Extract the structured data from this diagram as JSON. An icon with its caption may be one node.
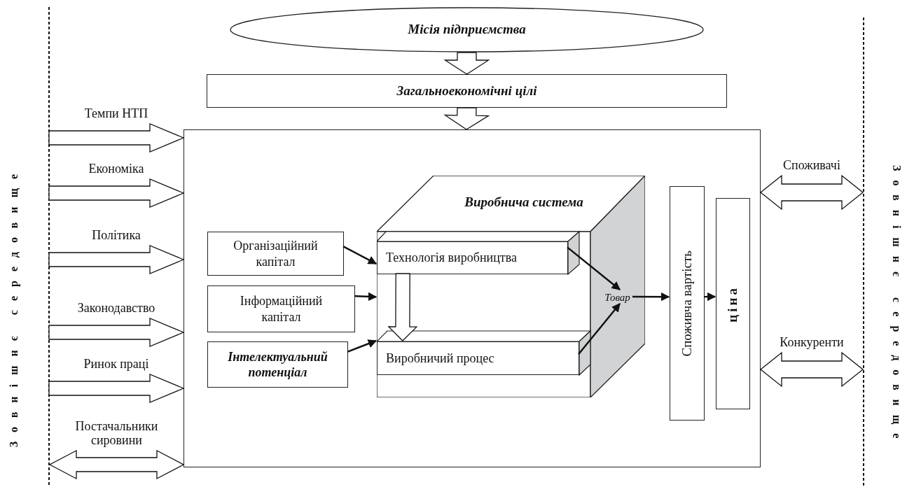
{
  "diagram": {
    "nodes": [
      {
        "text": [
          "Місія підприємства"
        ]
      },
      {
        "text": [
          "Загальноекономічні цілі"
        ]
      },
      {
        "text": [],
        "shape": "box"
      },
      {
        "text": [
          "Виробнича система"
        ],
        "in": 2
      },
      {
        "text": [
          "Організаційний капітал"
        ],
        "in": 2
      },
      {
        "text": [
          "Інформаційний капітал"
        ],
        "in": 2
      },
      {
        "text": [
          "Інтелектуальний потенціал"
        ],
        "in": 2
      },
      {
        "text": [
          "Технологія виробництва"
        ],
        "in": 3
      },
      {
        "text": [
          "Виробничий процес"
        ],
        "in": 3
      },
      {
        "text": [
          "Товар"
        ],
        "in": 2
      },
      {
        "text": [
          "Споживча вартість"
        ],
        "in": 2
      },
      {
        "text": [
          "ціна"
        ],
        "in": 2
      }
    ],
    "edges": [
      {
        "from": 0,
        "to": 1,
        "arrow": "to",
        "style": "thick"
      },
      {
        "from": 1,
        "to": 2,
        "arrow": "to",
        "style": "thick"
      },
      {
        "from": null,
        "to": 2,
        "arrow": "to",
        "style": "thick",
        "label": "Темпи НТП"
      },
      {
        "from": null,
        "to": 2,
        "arrow": "to",
        "style": "thick",
        "label": "Економіка"
      },
      {
        "from": null,
        "to": 2,
        "arrow": "to",
        "style": "thick",
        "label": "Політика"
      },
      {
        "from": null,
        "to": 2,
        "arrow": "to",
        "style": "thick",
        "label": "Законодавство"
      },
      {
        "from": null,
        "to": 2,
        "arrow": "to",
        "style": "thick",
        "label": "Ринок праці"
      },
      {
        "from": null,
        "to": 2,
        "arrow": "both",
        "style": "thick",
        "label": "Постачальники сировини"
      },
      {
        "from": 2,
        "to": null,
        "arrow": "both",
        "style": "thick",
        "label": "Споживачі"
      },
      {
        "from": 2,
        "to": null,
        "arrow": "both",
        "style": "thick",
        "label": "Конкуренти"
      },
      {
        "from": 4,
        "to": 7,
        "arrow": "to"
      },
      {
        "from": 5,
        "to": 3,
        "arrow": "to"
      },
      {
        "from": 6,
        "to": 8,
        "arrow": "to"
      },
      {
        "from": 7,
        "to": 8,
        "arrow": "to",
        "style": "thick"
      },
      {
        "from": 7,
        "to": 9,
        "arrow": "to"
      },
      {
        "from": 8,
        "to": 9,
        "arrow": "to"
      },
      {
        "from": 9,
        "to": 10,
        "arrow": "to"
      },
      {
        "from": 10,
        "to": 11,
        "arrow": "to"
      }
    ],
    "labels": [
      "Зовнішнє середовище",
      "Зовнішнє середовище"
    ]
  }
}
